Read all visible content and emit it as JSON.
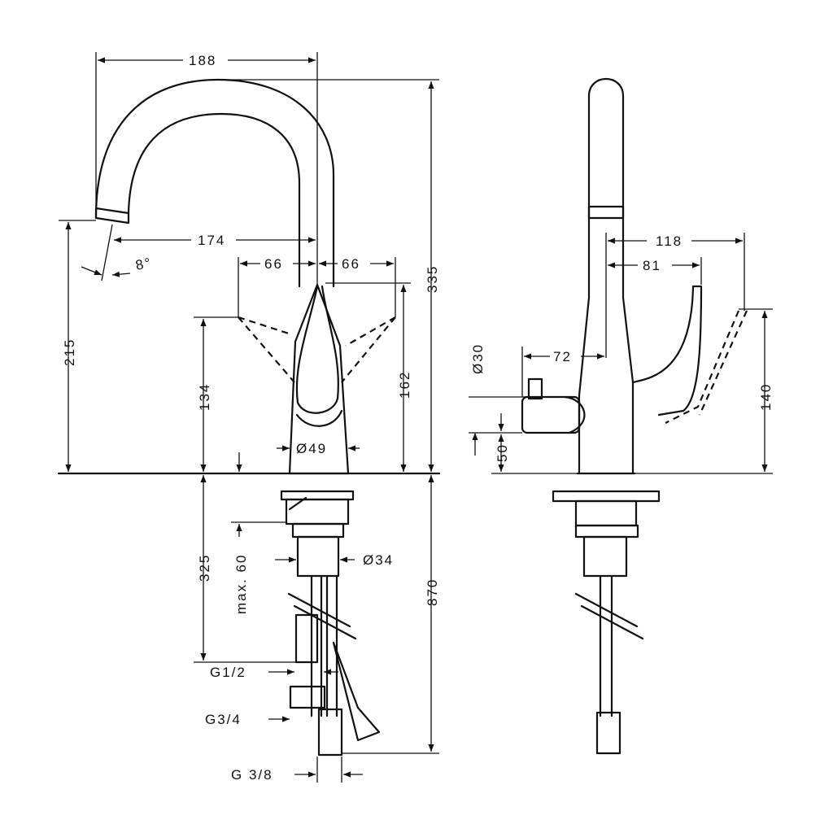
{
  "dimensions": {
    "front": {
      "d188": "188",
      "d174": "174",
      "d8deg": "8°",
      "d66_left": "66",
      "d66_right": "66",
      "d335": "335",
      "d215": "215",
      "d134": "134",
      "d162": "162",
      "d49": "Ø49",
      "d325": "325",
      "max60": "max. 60",
      "d34": "Ø34",
      "d870": "870",
      "g12": "G1/2",
      "g34": "G3/4",
      "g38": "G 3/8"
    },
    "side": {
      "d118": "118",
      "d81": "81",
      "d72": "72",
      "d30": "Ø30",
      "d50": "50",
      "d140": "140"
    }
  },
  "colors": {
    "line": "#111111",
    "background": "#ffffff"
  }
}
